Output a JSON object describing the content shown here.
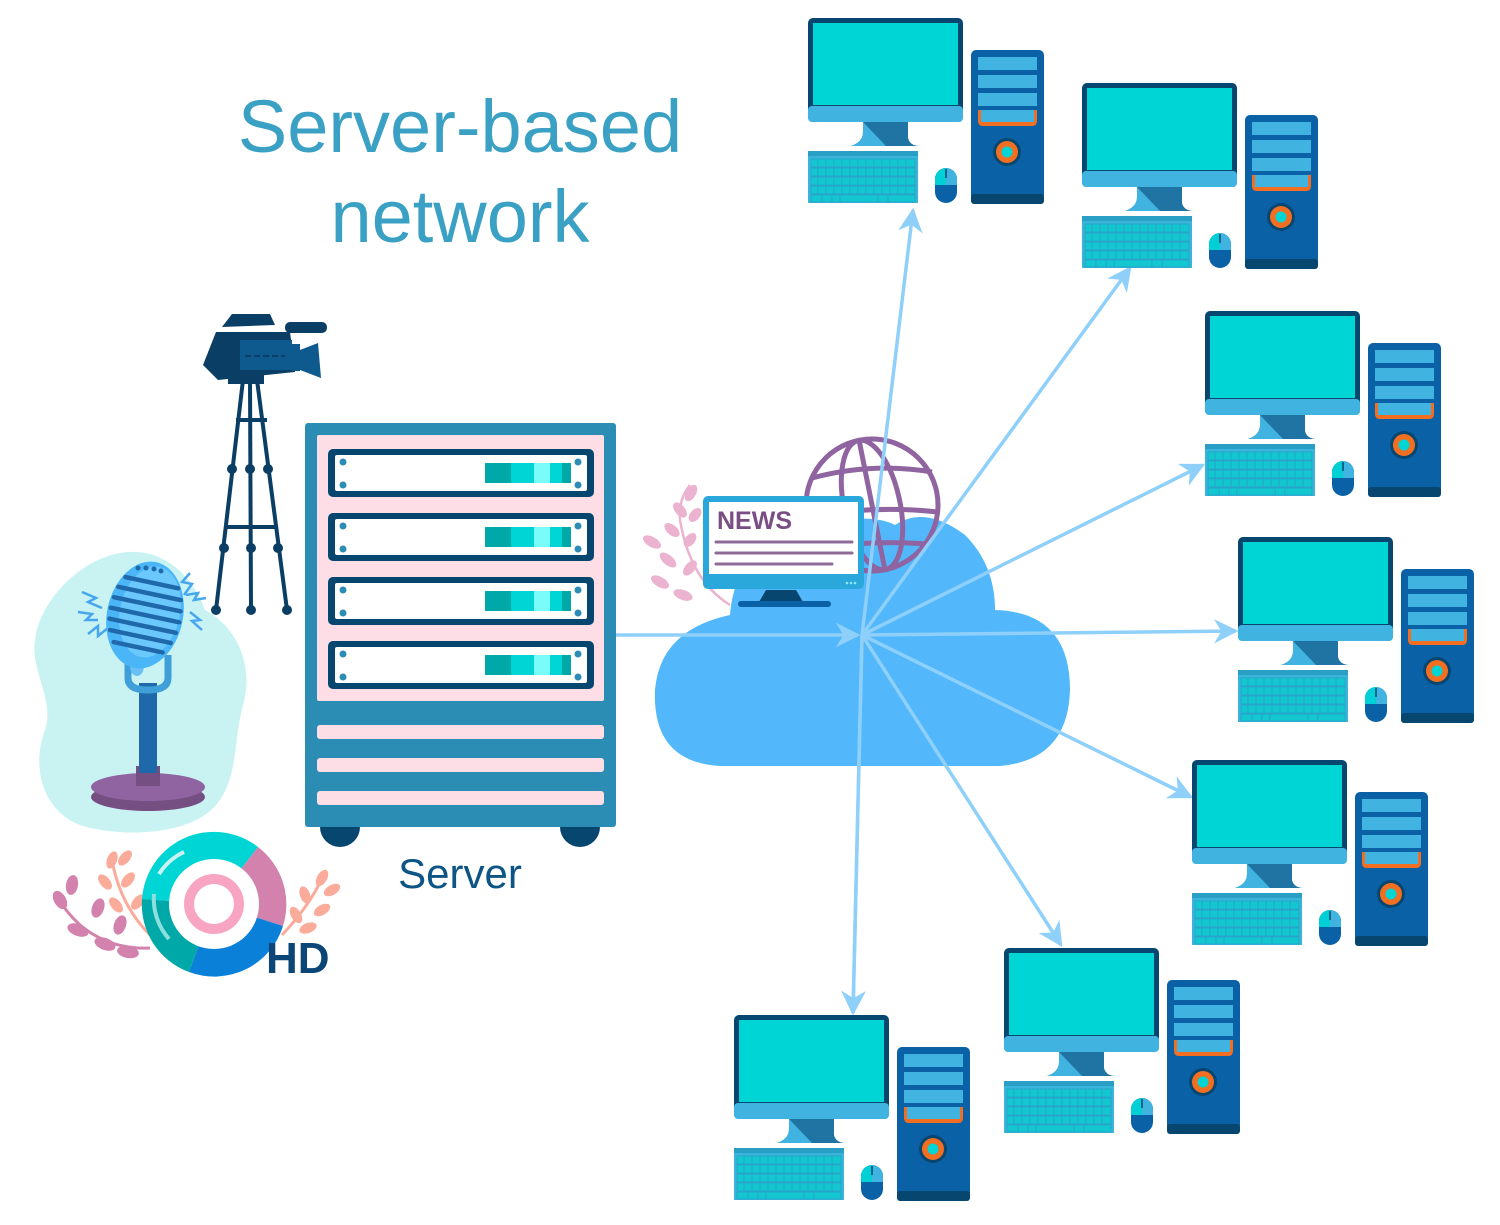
{
  "diagram": {
    "title_line1": "Server-based",
    "title_line2": "network",
    "server_label": "Server",
    "hd_badge_label": "HD",
    "news_screen_text": "NEWS",
    "hub": "cloud",
    "nodes": {
      "server": {
        "label": "Server",
        "icon": "server-rack-icon"
      },
      "cloud": {
        "icon": "cloud-icon",
        "decorations": [
          "globe-icon",
          "news-monitor-icon",
          "leaf-branch-icon"
        ]
      },
      "workstations": [
        {
          "id": "computer-1",
          "icon": "desktop-computer-icon"
        },
        {
          "id": "computer-2",
          "icon": "desktop-computer-icon"
        },
        {
          "id": "computer-3",
          "icon": "desktop-computer-icon"
        },
        {
          "id": "computer-4",
          "icon": "desktop-computer-icon"
        },
        {
          "id": "computer-5",
          "icon": "desktop-computer-icon"
        },
        {
          "id": "computer-6",
          "icon": "desktop-computer-icon"
        },
        {
          "id": "computer-7",
          "icon": "desktop-computer-icon"
        },
        {
          "id": "computer-8",
          "icon": "desktop-computer-icon"
        }
      ],
      "media_devices": [
        "video-camera-tripod-icon",
        "microphone-icon",
        "hd-disc-icon"
      ]
    },
    "edges": [
      {
        "from": "server",
        "to": "cloud",
        "arrow": "to"
      },
      {
        "from": "cloud",
        "to": "computer-1",
        "arrow": "to"
      },
      {
        "from": "cloud",
        "to": "computer-2",
        "arrow": "to"
      },
      {
        "from": "cloud",
        "to": "computer-3",
        "arrow": "to"
      },
      {
        "from": "cloud",
        "to": "computer-4",
        "arrow": "to"
      },
      {
        "from": "cloud",
        "to": "computer-5",
        "arrow": "to"
      },
      {
        "from": "cloud",
        "to": "computer-6",
        "arrow": "to"
      },
      {
        "from": "cloud",
        "to": "computer-7",
        "arrow": "to"
      },
      {
        "from": "cloud",
        "to": "computer-8",
        "arrow": "to"
      }
    ],
    "colors": {
      "title": "#3aa0c4",
      "server_label": "#0d5585",
      "arrow": "#8fd0fa",
      "cloud": "#52b8fb",
      "screen": "#00d5d5",
      "monitor_frame": "#07466f",
      "tower": "#0a61a6",
      "accent_orange": "#f26f21",
      "rack": "#2b8db3",
      "rack_panel": "#fddde6",
      "globe": "#8f64a0"
    }
  }
}
